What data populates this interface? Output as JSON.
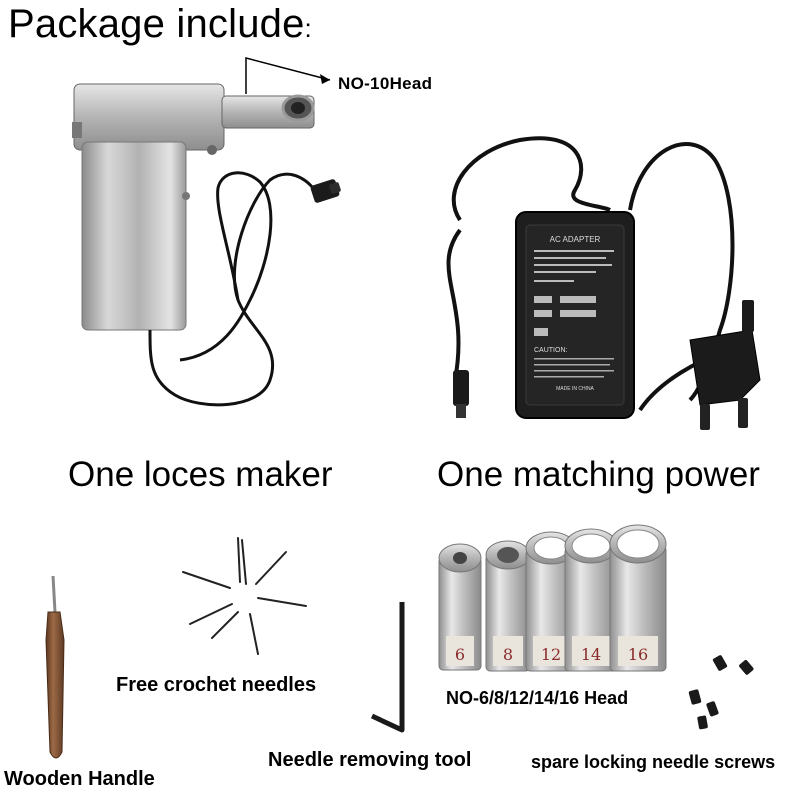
{
  "header": {
    "title": "Package include",
    "title_suffix": ":"
  },
  "labels": {
    "head_pointer": "NO-10Head",
    "maker": "One loces maker",
    "power": "One matching power",
    "needles": "Free crochet needles",
    "heads": "NO-6/8/12/14/16 Head",
    "handle": "Wooden Handle",
    "tool": "Needle removing tool",
    "screws": "spare locking needle screws"
  },
  "heads": {
    "sizes": [
      "6",
      "8",
      "12",
      "14",
      "16"
    ]
  },
  "adapter": {
    "title": "AC ADAPTER",
    "caution": "CAUTION:",
    "made_in": "MADE IN CHINA"
  },
  "colors": {
    "metal": "#b8b8b8",
    "adapter": "#1e1e1e",
    "cable": "#111111",
    "wood": "#8a5a3c"
  }
}
